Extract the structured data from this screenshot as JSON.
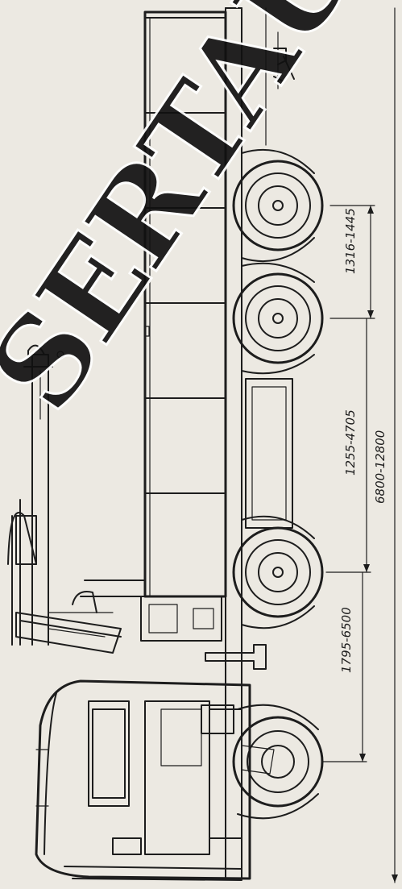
{
  "drawing": {
    "dimensions": {
      "rear_axle_spacing": "1316-1445",
      "mid_axle_spacing": "1255-4705",
      "front_overhang": "1795-6500",
      "overall_length": "6800-12800"
    },
    "watermark": "SERTAU",
    "colors": {
      "ink": "#1d1d1d",
      "paper": "#ece9e2",
      "watermark": "#111111"
    }
  }
}
